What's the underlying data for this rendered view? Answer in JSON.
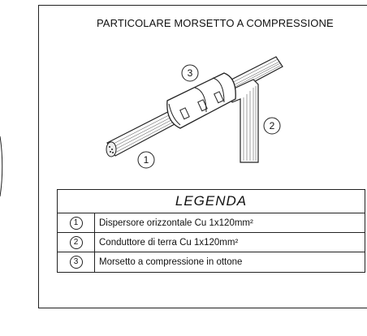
{
  "title": "PARTICOLARE MORSETTO A COMPRESSIONE",
  "callouts": [
    "1",
    "2",
    "3"
  ],
  "legend": {
    "title": "LEGENDA",
    "rows": [
      {
        "num": "1",
        "text": "Dispersore orizzontale Cu 1x120mm²"
      },
      {
        "num": "2",
        "text": "Conduttore di terra Cu 1x120mm²"
      },
      {
        "num": "3",
        "text": "Morsetto a compressione in ottone"
      }
    ]
  }
}
